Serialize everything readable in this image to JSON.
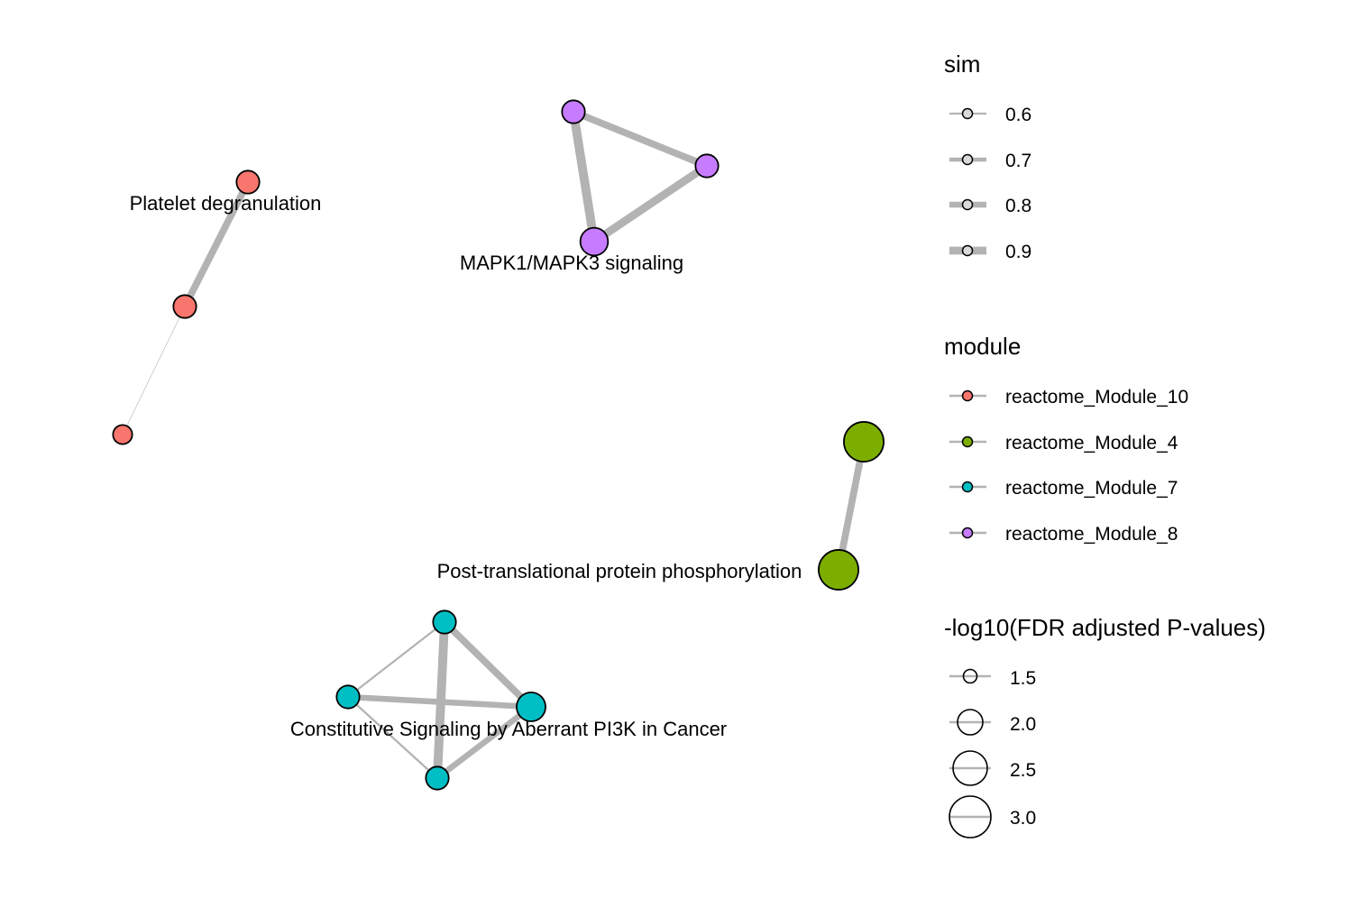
{
  "network": {
    "modules": [
      {
        "name": "reactome_Module_10",
        "color": "#F8766D"
      },
      {
        "name": "reactome_Module_4",
        "color": "#7CAE00"
      },
      {
        "name": "reactome_Module_7",
        "color": "#00BFC4"
      },
      {
        "name": "reactome_Module_8",
        "color": "#C77CFF"
      }
    ],
    "nodes": [
      {
        "id": "m10_a",
        "module": "reactome_Module_10",
        "neglog10_fdr": 1.6
      },
      {
        "id": "m10_b",
        "module": "reactome_Module_10",
        "neglog10_fdr": 1.6
      },
      {
        "id": "m10_c",
        "module": "reactome_Module_10",
        "neglog10_fdr": 1.3
      },
      {
        "id": "m8_a",
        "module": "reactome_Module_8",
        "neglog10_fdr": 1.6
      },
      {
        "id": "m8_b",
        "module": "reactome_Module_8",
        "neglog10_fdr": 1.6
      },
      {
        "id": "m8_c",
        "module": "reactome_Module_8",
        "neglog10_fdr": 2.0
      },
      {
        "id": "m4_a",
        "module": "reactome_Module_4",
        "neglog10_fdr": 3.0
      },
      {
        "id": "m4_b",
        "module": "reactome_Module_4",
        "neglog10_fdr": 3.0
      },
      {
        "id": "m7_a",
        "module": "reactome_Module_7",
        "neglog10_fdr": 1.6
      },
      {
        "id": "m7_b",
        "module": "reactome_Module_7",
        "neglog10_fdr": 1.6
      },
      {
        "id": "m7_c",
        "module": "reactome_Module_7",
        "neglog10_fdr": 2.1
      },
      {
        "id": "m7_d",
        "module": "reactome_Module_7",
        "neglog10_fdr": 1.6
      }
    ],
    "edges": [
      {
        "source": "m10_a",
        "target": "m10_b",
        "sim": 0.85
      },
      {
        "source": "m10_b",
        "target": "m10_c",
        "sim": 0.5
      },
      {
        "source": "m8_a",
        "target": "m8_b",
        "sim": 0.85
      },
      {
        "source": "m8_a",
        "target": "m8_c",
        "sim": 0.95
      },
      {
        "source": "m8_b",
        "target": "m8_c",
        "sim": 0.9
      },
      {
        "source": "m4_a",
        "target": "m4_b",
        "sim": 0.85
      },
      {
        "source": "m7_a",
        "target": "m7_b",
        "sim": 0.6
      },
      {
        "source": "m7_a",
        "target": "m7_c",
        "sim": 0.85
      },
      {
        "source": "m7_a",
        "target": "m7_d",
        "sim": 0.95
      },
      {
        "source": "m7_b",
        "target": "m7_c",
        "sim": 0.8
      },
      {
        "source": "m7_b",
        "target": "m7_d",
        "sim": 0.6
      },
      {
        "source": "m7_c",
        "target": "m7_d",
        "sim": 0.8
      }
    ],
    "labels": [
      {
        "text": "Platelet degranulation",
        "anchor_node": "m10_a"
      },
      {
        "text": "MAPK1/MAPK3 signaling",
        "anchor_node": "m8_c"
      },
      {
        "text": "Post-translational protein phosphorylation",
        "anchor_node": "m4_b"
      },
      {
        "text": "Constitutive Signaling by Aberrant PI3K in Cancer",
        "anchor_node": "m7_c"
      }
    ],
    "edge_color": "#B3B3B3",
    "node_stroke": "#000000"
  },
  "legend": {
    "sim": {
      "title": "sim",
      "entries": [
        "0.6",
        "0.7",
        "0.8",
        "0.9"
      ]
    },
    "module": {
      "title": "module",
      "entries": [
        "reactome_Module_10",
        "reactome_Module_4",
        "reactome_Module_7",
        "reactome_Module_8"
      ]
    },
    "pvalue": {
      "title": "-log10(FDR adjusted P-values)",
      "entries": [
        "1.5",
        "2.0",
        "2.5",
        "3.0"
      ]
    }
  }
}
